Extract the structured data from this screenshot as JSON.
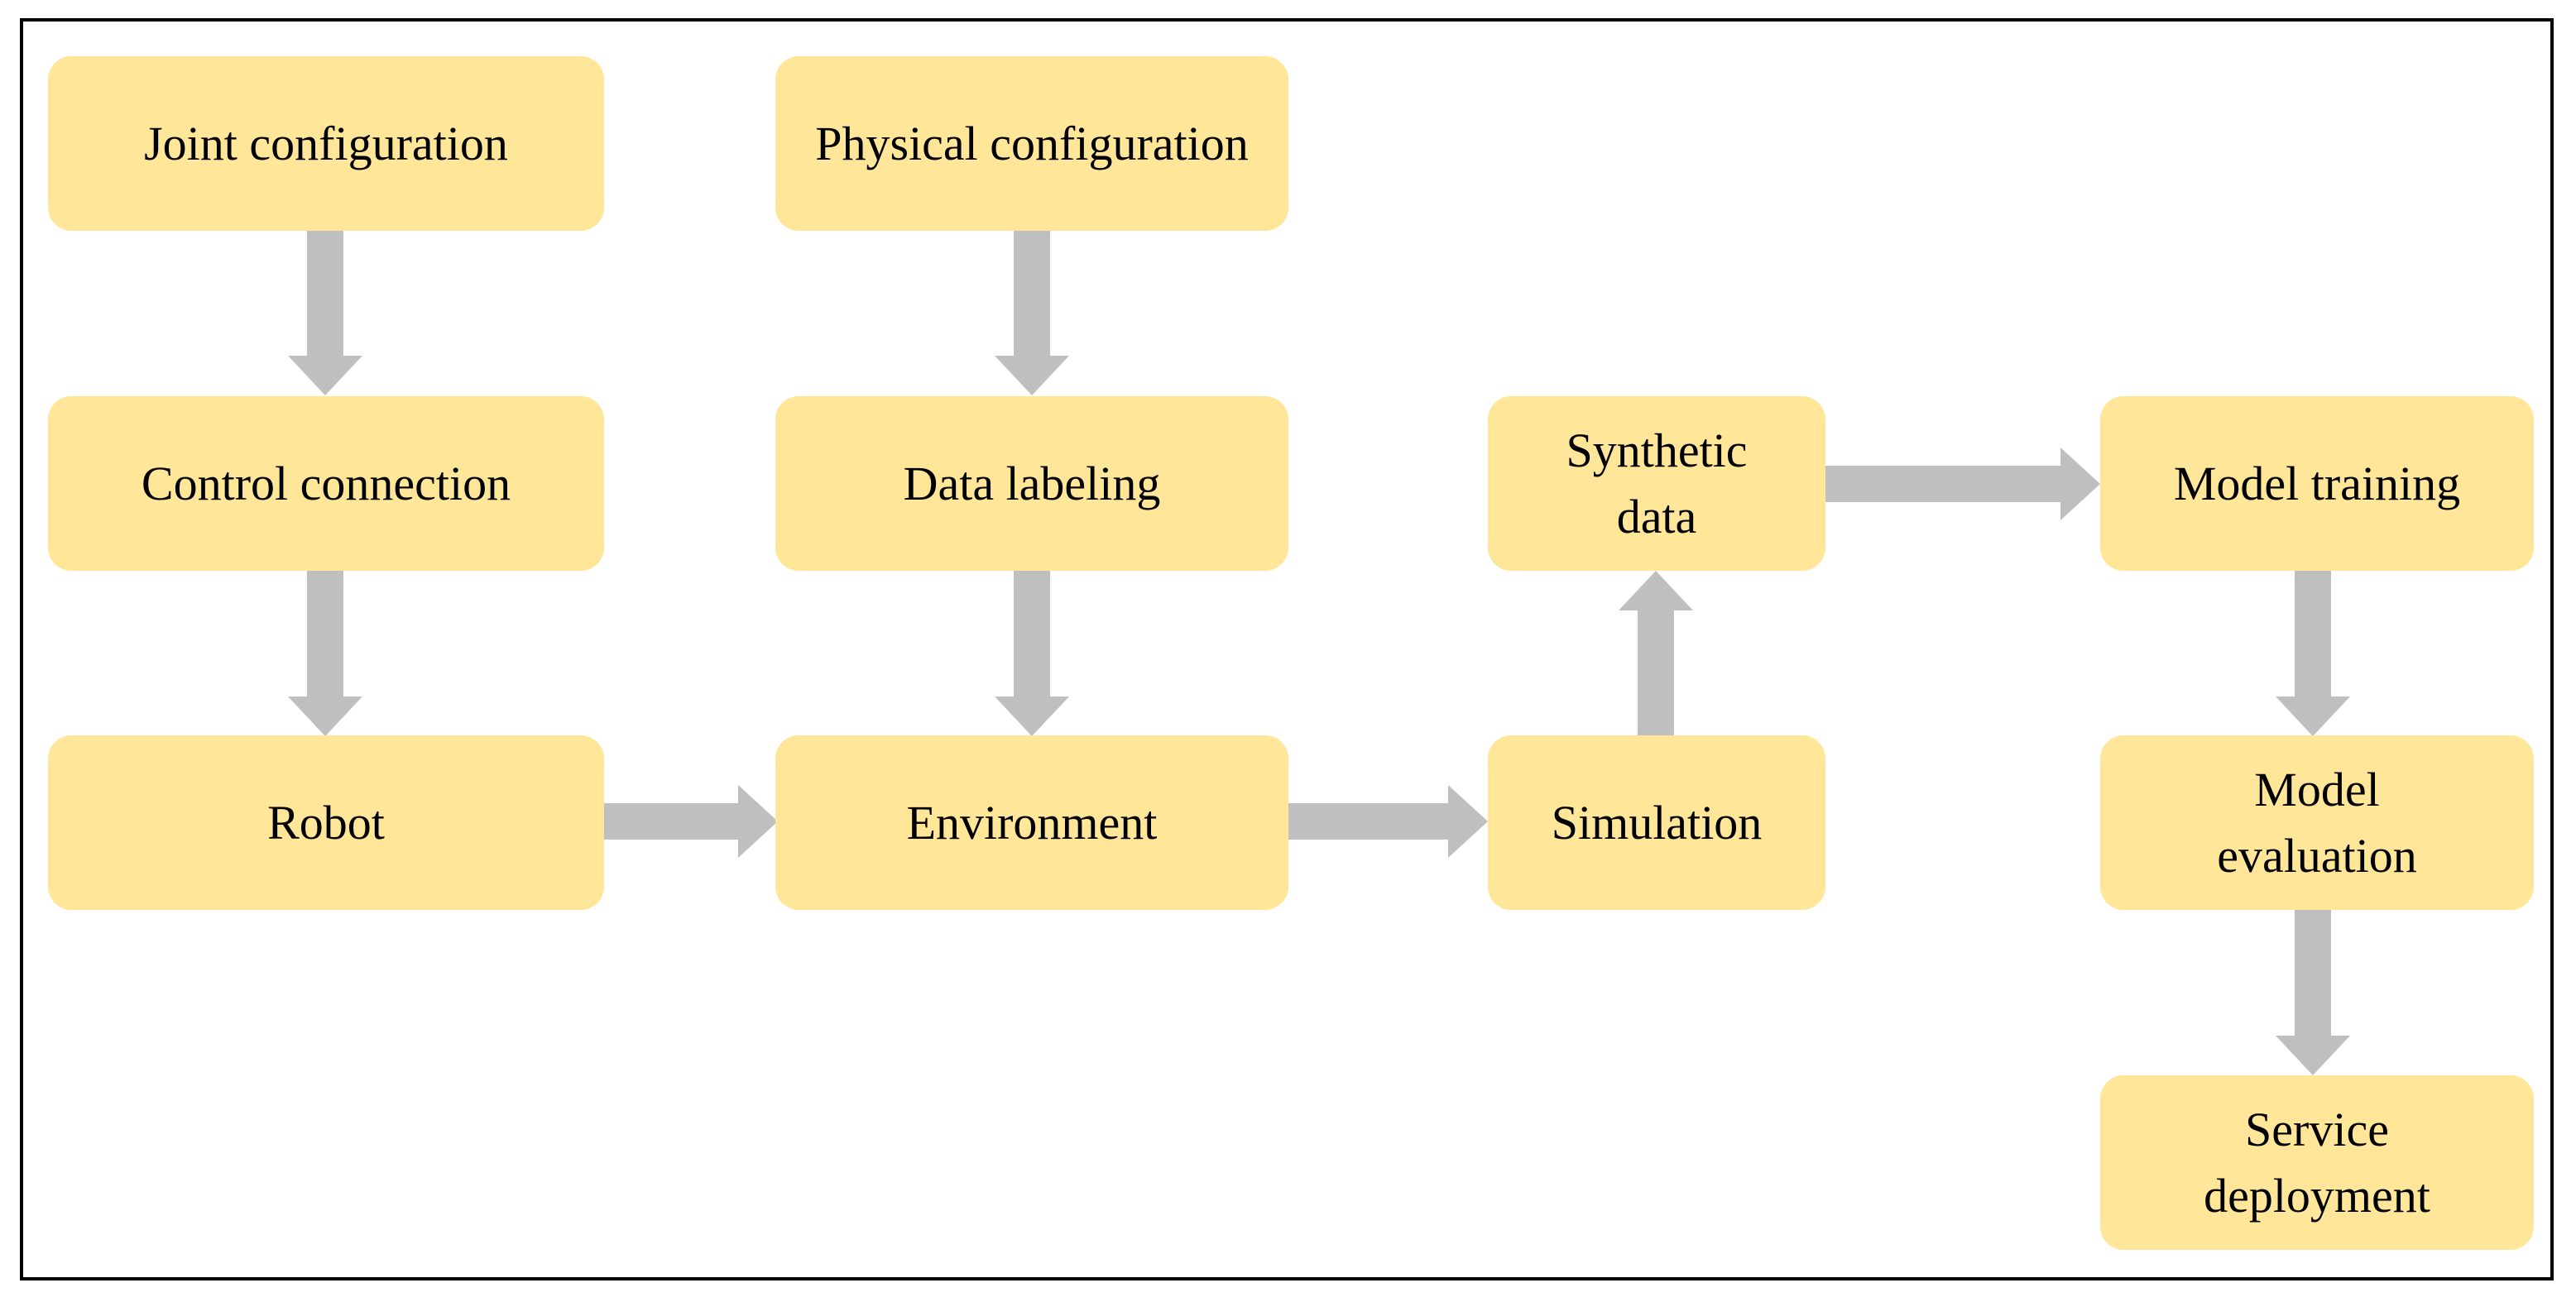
{
  "colors": {
    "box_fill": "#FFE699",
    "arrow_fill": "#BFBFBF",
    "border": "#000000"
  },
  "nodes": {
    "joint_configuration": "Joint configuration",
    "control_connection": "Control connection",
    "robot": "Robot",
    "physical_configuration": "Physical configuration",
    "data_labeling": "Data labeling",
    "environment": "Environment",
    "synthetic_data": "Synthetic data",
    "simulation": "Simulation",
    "model_training": "Model training",
    "model_evaluation": "Model evaluation",
    "service_deployment": "Service deployment"
  },
  "edges": [
    {
      "from": "joint_configuration",
      "to": "control_connection"
    },
    {
      "from": "control_connection",
      "to": "robot"
    },
    {
      "from": "physical_configuration",
      "to": "data_labeling"
    },
    {
      "from": "data_labeling",
      "to": "environment"
    },
    {
      "from": "robot",
      "to": "environment"
    },
    {
      "from": "environment",
      "to": "simulation"
    },
    {
      "from": "simulation",
      "to": "synthetic_data"
    },
    {
      "from": "synthetic_data",
      "to": "model_training"
    },
    {
      "from": "model_training",
      "to": "model_evaluation"
    },
    {
      "from": "model_evaluation",
      "to": "service_deployment"
    }
  ]
}
